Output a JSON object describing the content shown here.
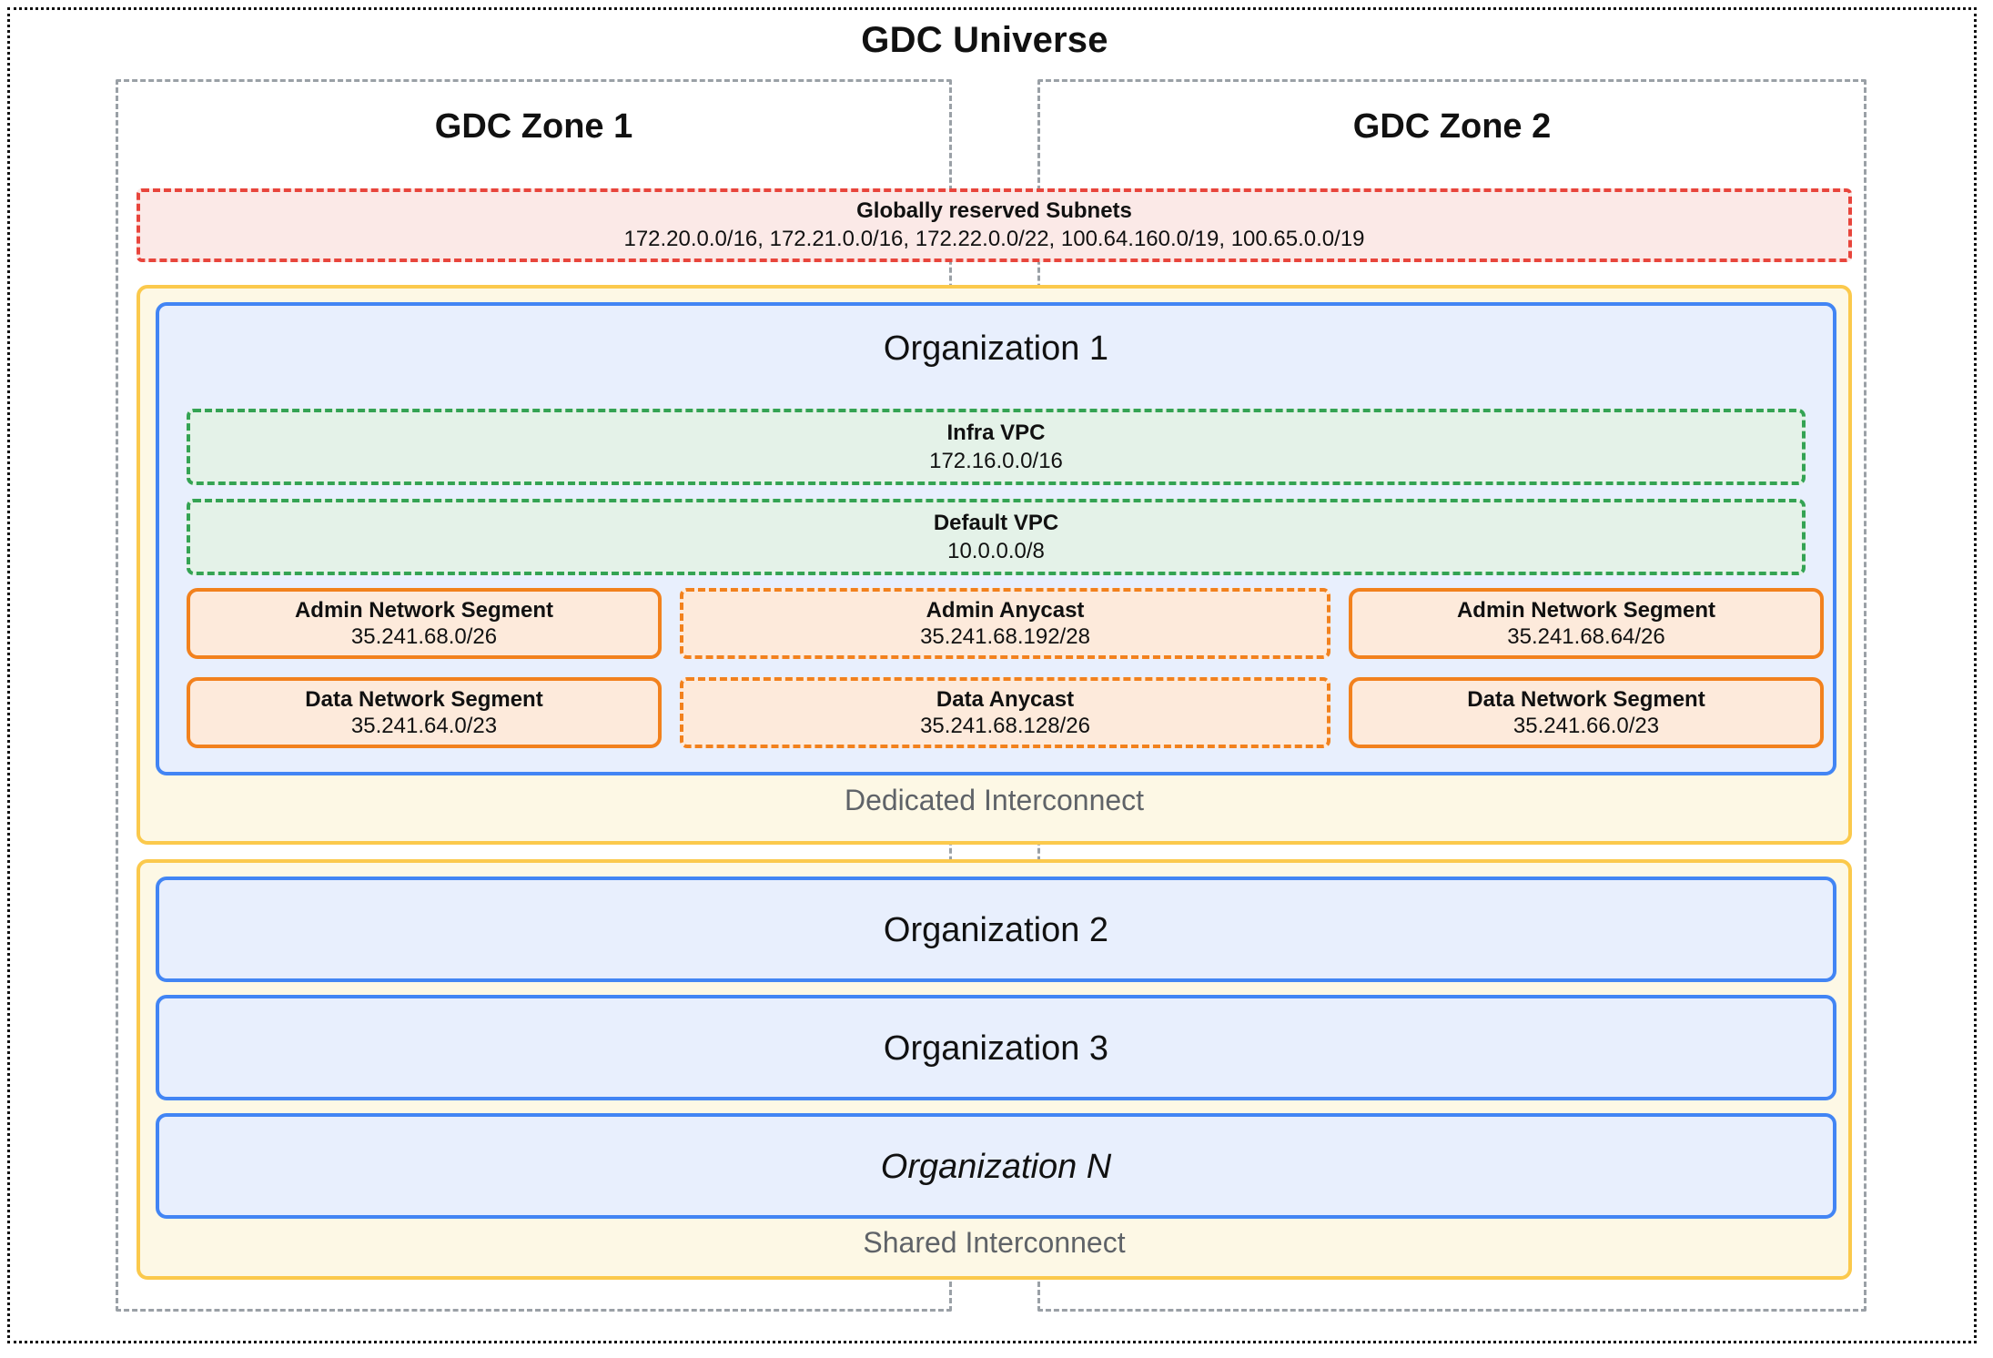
{
  "universe": {
    "title": "GDC Universe"
  },
  "zones": [
    {
      "title": "GDC Zone 1"
    },
    {
      "title": "GDC Zone 2"
    }
  ],
  "reserved_subnets": {
    "title": "Globally reserved Subnets",
    "subnets_text": "172.20.0.0/16, 172.21.0.0/16, 172.22.0.0/22, 100.64.160.0/19, 100.65.0.0/19",
    "subnets": [
      "172.20.0.0/16",
      "172.21.0.0/16",
      "172.22.0.0/22",
      "100.64.160.0/19",
      "100.65.0.0/19"
    ]
  },
  "dedicated_interconnect": {
    "label": "Dedicated Interconnect",
    "organization": {
      "title": "Organization 1",
      "vpcs": [
        {
          "title": "Infra VPC",
          "cidr": "172.16.0.0/16"
        },
        {
          "title": "Default VPC",
          "cidr": "10.0.0.0/8"
        }
      ],
      "segments": {
        "admin_row": [
          {
            "title": "Admin Network Segment",
            "cidr": "35.241.68.0/26",
            "style": "solid"
          },
          {
            "title": "Admin Anycast",
            "cidr": "35.241.68.192/28",
            "style": "dashed"
          },
          {
            "title": "Admin Network Segment",
            "cidr": "35.241.68.64/26",
            "style": "solid"
          }
        ],
        "data_row": [
          {
            "title": "Data Network Segment",
            "cidr": "35.241.64.0/23",
            "style": "solid"
          },
          {
            "title": "Data Anycast",
            "cidr": "35.241.68.128/26",
            "style": "dashed"
          },
          {
            "title": "Data Network Segment",
            "cidr": "35.241.66.0/23",
            "style": "solid"
          }
        ]
      }
    }
  },
  "shared_interconnect": {
    "label": "Shared Interconnect",
    "organizations": [
      {
        "title": "Organization 2",
        "italic": false
      },
      {
        "title": "Organization 3",
        "italic": false
      },
      {
        "title": "Organization N",
        "italic": true
      }
    ]
  },
  "colors": {
    "universe_border": "#111111",
    "zone_border": "#9aa0a6",
    "reserved_border": "#e8453c",
    "reserved_fill": "#fbe9e7",
    "interconnect_border": "#fbc94c",
    "interconnect_fill": "#fdf8e5",
    "org_border": "#4285f4",
    "org_fill": "#e8effd",
    "vpc_border": "#34a353",
    "vpc_fill": "#e4f2e8",
    "segment_border": "#f2811d",
    "segment_fill": "#fdeadb",
    "interconnect_label_text": "#5f6368"
  }
}
